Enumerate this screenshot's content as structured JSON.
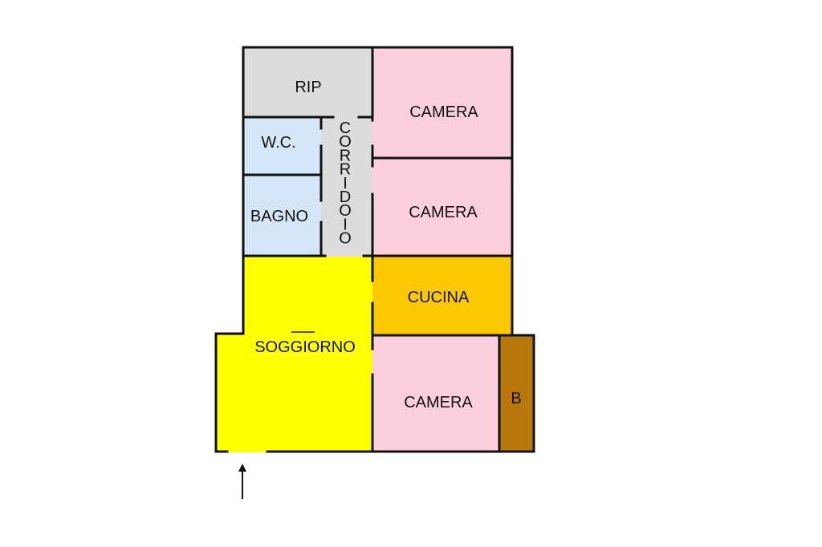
{
  "plan": {
    "rooms": [
      {
        "id": "rip",
        "label": "RIP",
        "color": "#dcdcdc"
      },
      {
        "id": "corridoio",
        "label": "CORRIDOIO",
        "color": "#dcdcdc"
      },
      {
        "id": "wc",
        "label": "W.C.",
        "color": "#d4e6f7"
      },
      {
        "id": "bagno",
        "label": "BAGNO",
        "color": "#d4e6f7"
      },
      {
        "id": "camera1",
        "label": "CAMERA",
        "color": "#fbd0dc"
      },
      {
        "id": "camera2",
        "label": "CAMERA",
        "color": "#fbd0dc"
      },
      {
        "id": "cucina",
        "label": "CUCINA",
        "color": "#fcc800"
      },
      {
        "id": "soggiorno",
        "label": "SOGGIORNO",
        "color": "#ffff00"
      },
      {
        "id": "camera3",
        "label": "CAMERA",
        "color": "#fbd0dc"
      },
      {
        "id": "balcone",
        "label": "B",
        "color": "#b8770a"
      }
    ],
    "entrance_icon": "arrow-up-icon"
  }
}
